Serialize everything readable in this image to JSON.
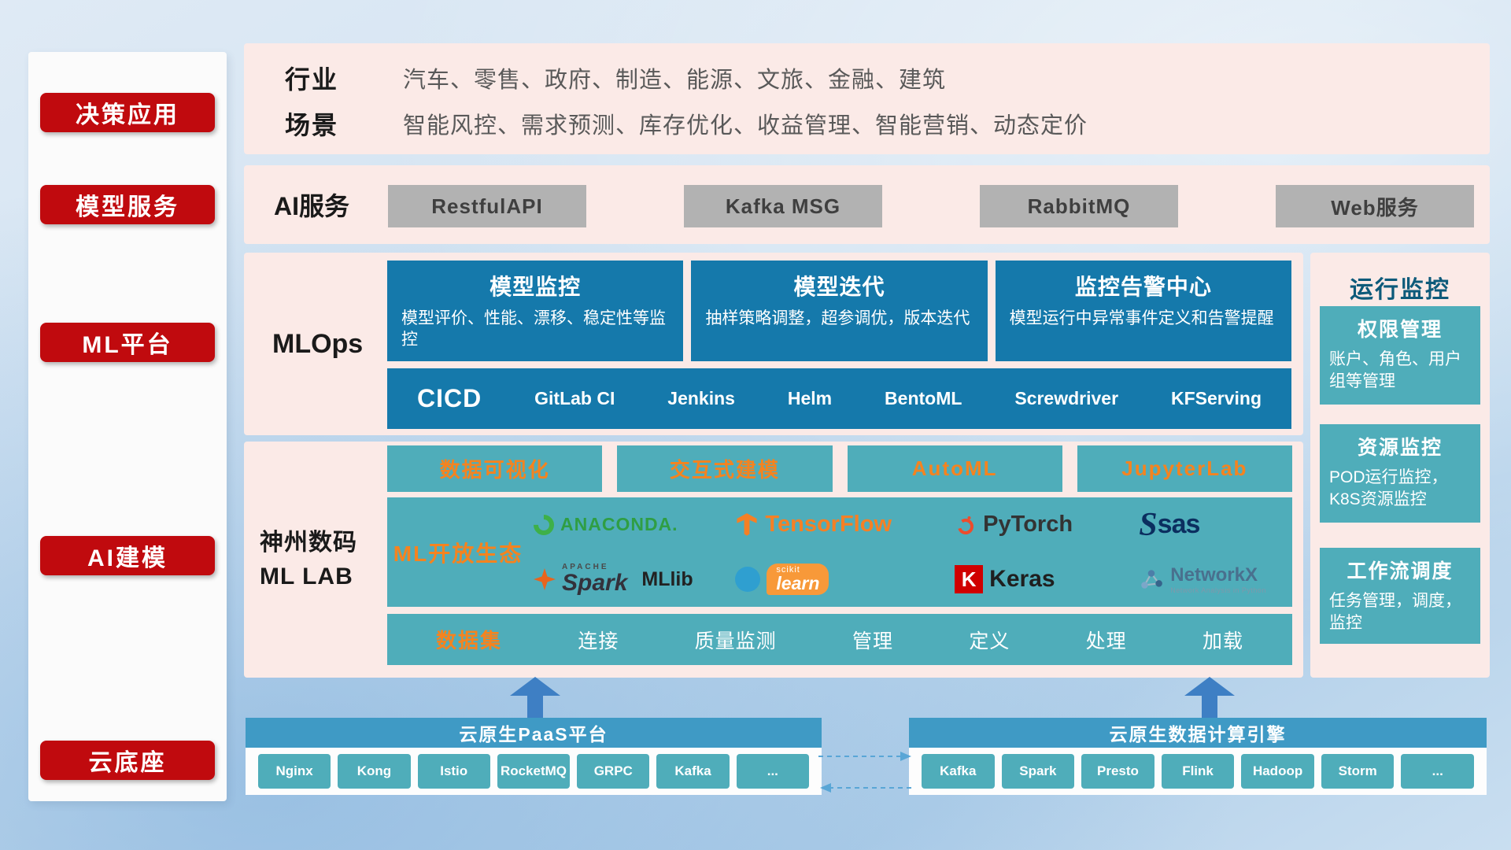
{
  "sidebar": {
    "items": [
      {
        "label": "决策应用"
      },
      {
        "label": "模型服务"
      },
      {
        "label": "ML平台"
      },
      {
        "label": "AI建模"
      },
      {
        "label": "云底座"
      }
    ]
  },
  "industry": {
    "rows": [
      {
        "label": "行业",
        "content": "汽车、零售、政府、制造、能源、文旅、金融、建筑"
      },
      {
        "label": "场景",
        "content": "智能风控、需求预测、库存优化、收益管理、智能营销、动态定价"
      }
    ]
  },
  "ai_service": {
    "label": "AI服务",
    "buttons": [
      {
        "label": "RestfulAPI"
      },
      {
        "label": "Kafka MSG"
      },
      {
        "label": "RabbitMQ"
      },
      {
        "label": "Web服务"
      }
    ]
  },
  "mlops": {
    "label": "MLOps",
    "cards": [
      {
        "title": "模型监控",
        "desc": "模型评价、性能、漂移、稳定性等监控"
      },
      {
        "title": "模型迭代",
        "desc": "抽样策略调整，超参调优，版本迭代"
      },
      {
        "title": "监控告警中心",
        "desc": "模型运行中异常事件定义和告警提醒"
      }
    ],
    "cicd_label": "CICD",
    "cicd_tools": [
      {
        "label": "GitLab CI"
      },
      {
        "label": "Jenkins"
      },
      {
        "label": "Helm"
      },
      {
        "label": "BentoML"
      },
      {
        "label": "Screwdriver"
      },
      {
        "label": "KFServing"
      }
    ]
  },
  "mllab": {
    "label_line1": "神州数码",
    "label_line2": "ML LAB",
    "tools": [
      {
        "label": "数据可视化"
      },
      {
        "label": "交互式建模"
      },
      {
        "label": "AutoML"
      },
      {
        "label": "JupyterLab"
      }
    ],
    "ecosystem_label": "ML开放生态",
    "logos": {
      "anaconda": "ANACONDA.",
      "tensorflow": "TensorFlow",
      "pytorch": "PyTorch",
      "sas": "sas",
      "spark_super": "APACHE",
      "spark": "Spark",
      "spark_extra": "MLlib",
      "sklearn_super": "scikit",
      "sklearn": "learn",
      "keras_letter": "K",
      "keras": "Keras",
      "networkx": "NetworkX",
      "networkx_sub": "Network Analysis in Python"
    },
    "data_bar": {
      "title": "数据集",
      "items": [
        {
          "label": "连接"
        },
        {
          "label": "质量监测"
        },
        {
          "label": "管理"
        },
        {
          "label": "定义"
        },
        {
          "label": "处理"
        },
        {
          "label": "加载"
        }
      ]
    }
  },
  "monitoring": {
    "title": "运行监控",
    "cards": [
      {
        "title": "权限管理",
        "desc": "账户、角色、用户组等管理"
      },
      {
        "title": "资源监控",
        "desc": "POD运行监控，K8S资源监控"
      },
      {
        "title": "工作流调度",
        "desc": "任务管理，调度，监控"
      }
    ]
  },
  "foundation": {
    "paas": {
      "title": "云原生PaaS平台",
      "items": [
        {
          "label": "Nginx"
        },
        {
          "label": "Kong"
        },
        {
          "label": "Istio"
        },
        {
          "label": "RocketMQ"
        },
        {
          "label": "GRPC"
        },
        {
          "label": "Kafka"
        },
        {
          "label": "..."
        }
      ]
    },
    "engine": {
      "title": "云原生数据计算引擎",
      "items": [
        {
          "label": "Kafka"
        },
        {
          "label": "Spark"
        },
        {
          "label": "Presto"
        },
        {
          "label": "Flink"
        },
        {
          "label": "Hadoop"
        },
        {
          "label": "Storm"
        },
        {
          "label": "..."
        }
      ]
    }
  },
  "colors": {
    "red_accent": "#c00a0e",
    "pink_panel": "#fbeae7",
    "card_blue": "#1579ab",
    "teal": "#4fadba",
    "orange_accent": "#f5831f",
    "bar_blue": "#3f9ac5",
    "gray_button": "#b2b2b2",
    "monitor_title_blue": "#0d5a7a"
  },
  "icons": {
    "anaconda-icon": "green ring",
    "tensorflow-icon": "orange TF mark",
    "pytorch-icon": "orange flame ring",
    "sas-icon": "navy S swoosh",
    "spark-icon": "orange star",
    "scikit-learn-icon": "blue circle",
    "keras-icon": "red square with K",
    "networkx-icon": "node graph",
    "paas-up-arrow": "solid blue up arrow",
    "engine-up-arrow": "solid blue up arrow",
    "flow-dashed-arrows": "bidirectional dashed arrows"
  }
}
